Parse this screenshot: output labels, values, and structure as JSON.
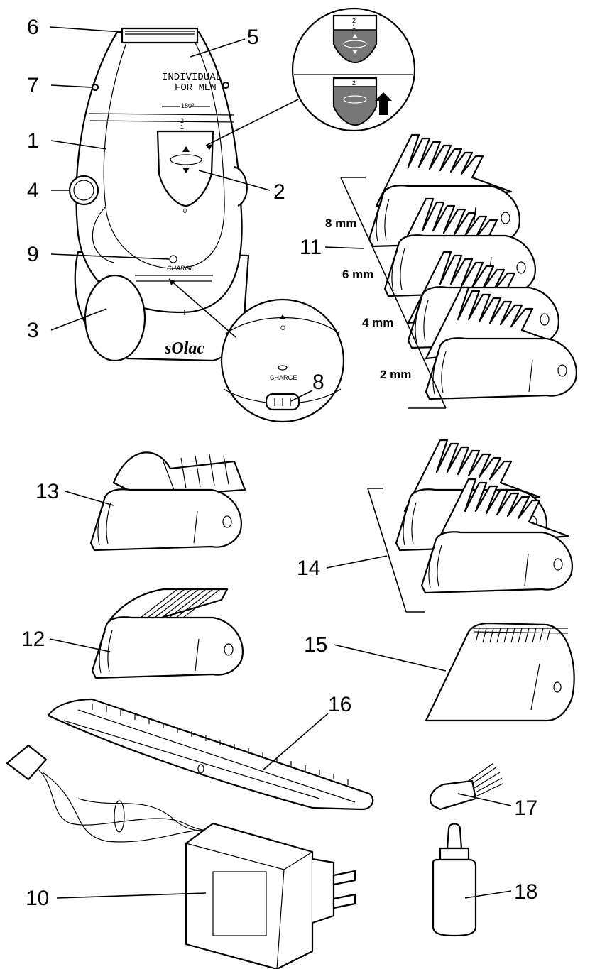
{
  "callouts": [
    {
      "id": "1",
      "label": "1"
    },
    {
      "id": "2",
      "label": "2"
    },
    {
      "id": "3",
      "label": "3"
    },
    {
      "id": "4",
      "label": "4"
    },
    {
      "id": "5",
      "label": "5"
    },
    {
      "id": "6",
      "label": "6"
    },
    {
      "id": "7",
      "label": "7"
    },
    {
      "id": "8",
      "label": "8"
    },
    {
      "id": "9",
      "label": "9"
    },
    {
      "id": "10",
      "label": "10"
    },
    {
      "id": "11",
      "label": "11"
    },
    {
      "id": "12",
      "label": "12"
    },
    {
      "id": "13",
      "label": "13"
    },
    {
      "id": "14",
      "label": "14"
    },
    {
      "id": "15",
      "label": "15"
    },
    {
      "id": "16",
      "label": "16"
    },
    {
      "id": "17",
      "label": "17"
    },
    {
      "id": "18",
      "label": "18"
    }
  ],
  "comb_sizes": [
    "8 mm",
    "6 mm",
    "4 mm",
    "2 mm"
  ],
  "device": {
    "model_line1": "INDIVIDUAL",
    "model_line2": "FOR MEN",
    "rotation": "180º",
    "switch_pos_2": "2",
    "switch_pos_1": "1",
    "switch_pos_0": "0",
    "charge_label": "CHARGE",
    "brand": "sOlac"
  },
  "zoom_switch": {
    "pos_2": "2",
    "pos_1": "1",
    "pos_2b": "2"
  },
  "zoom_charge": {
    "pos_0": "O",
    "charge_label": "CHARGE"
  }
}
